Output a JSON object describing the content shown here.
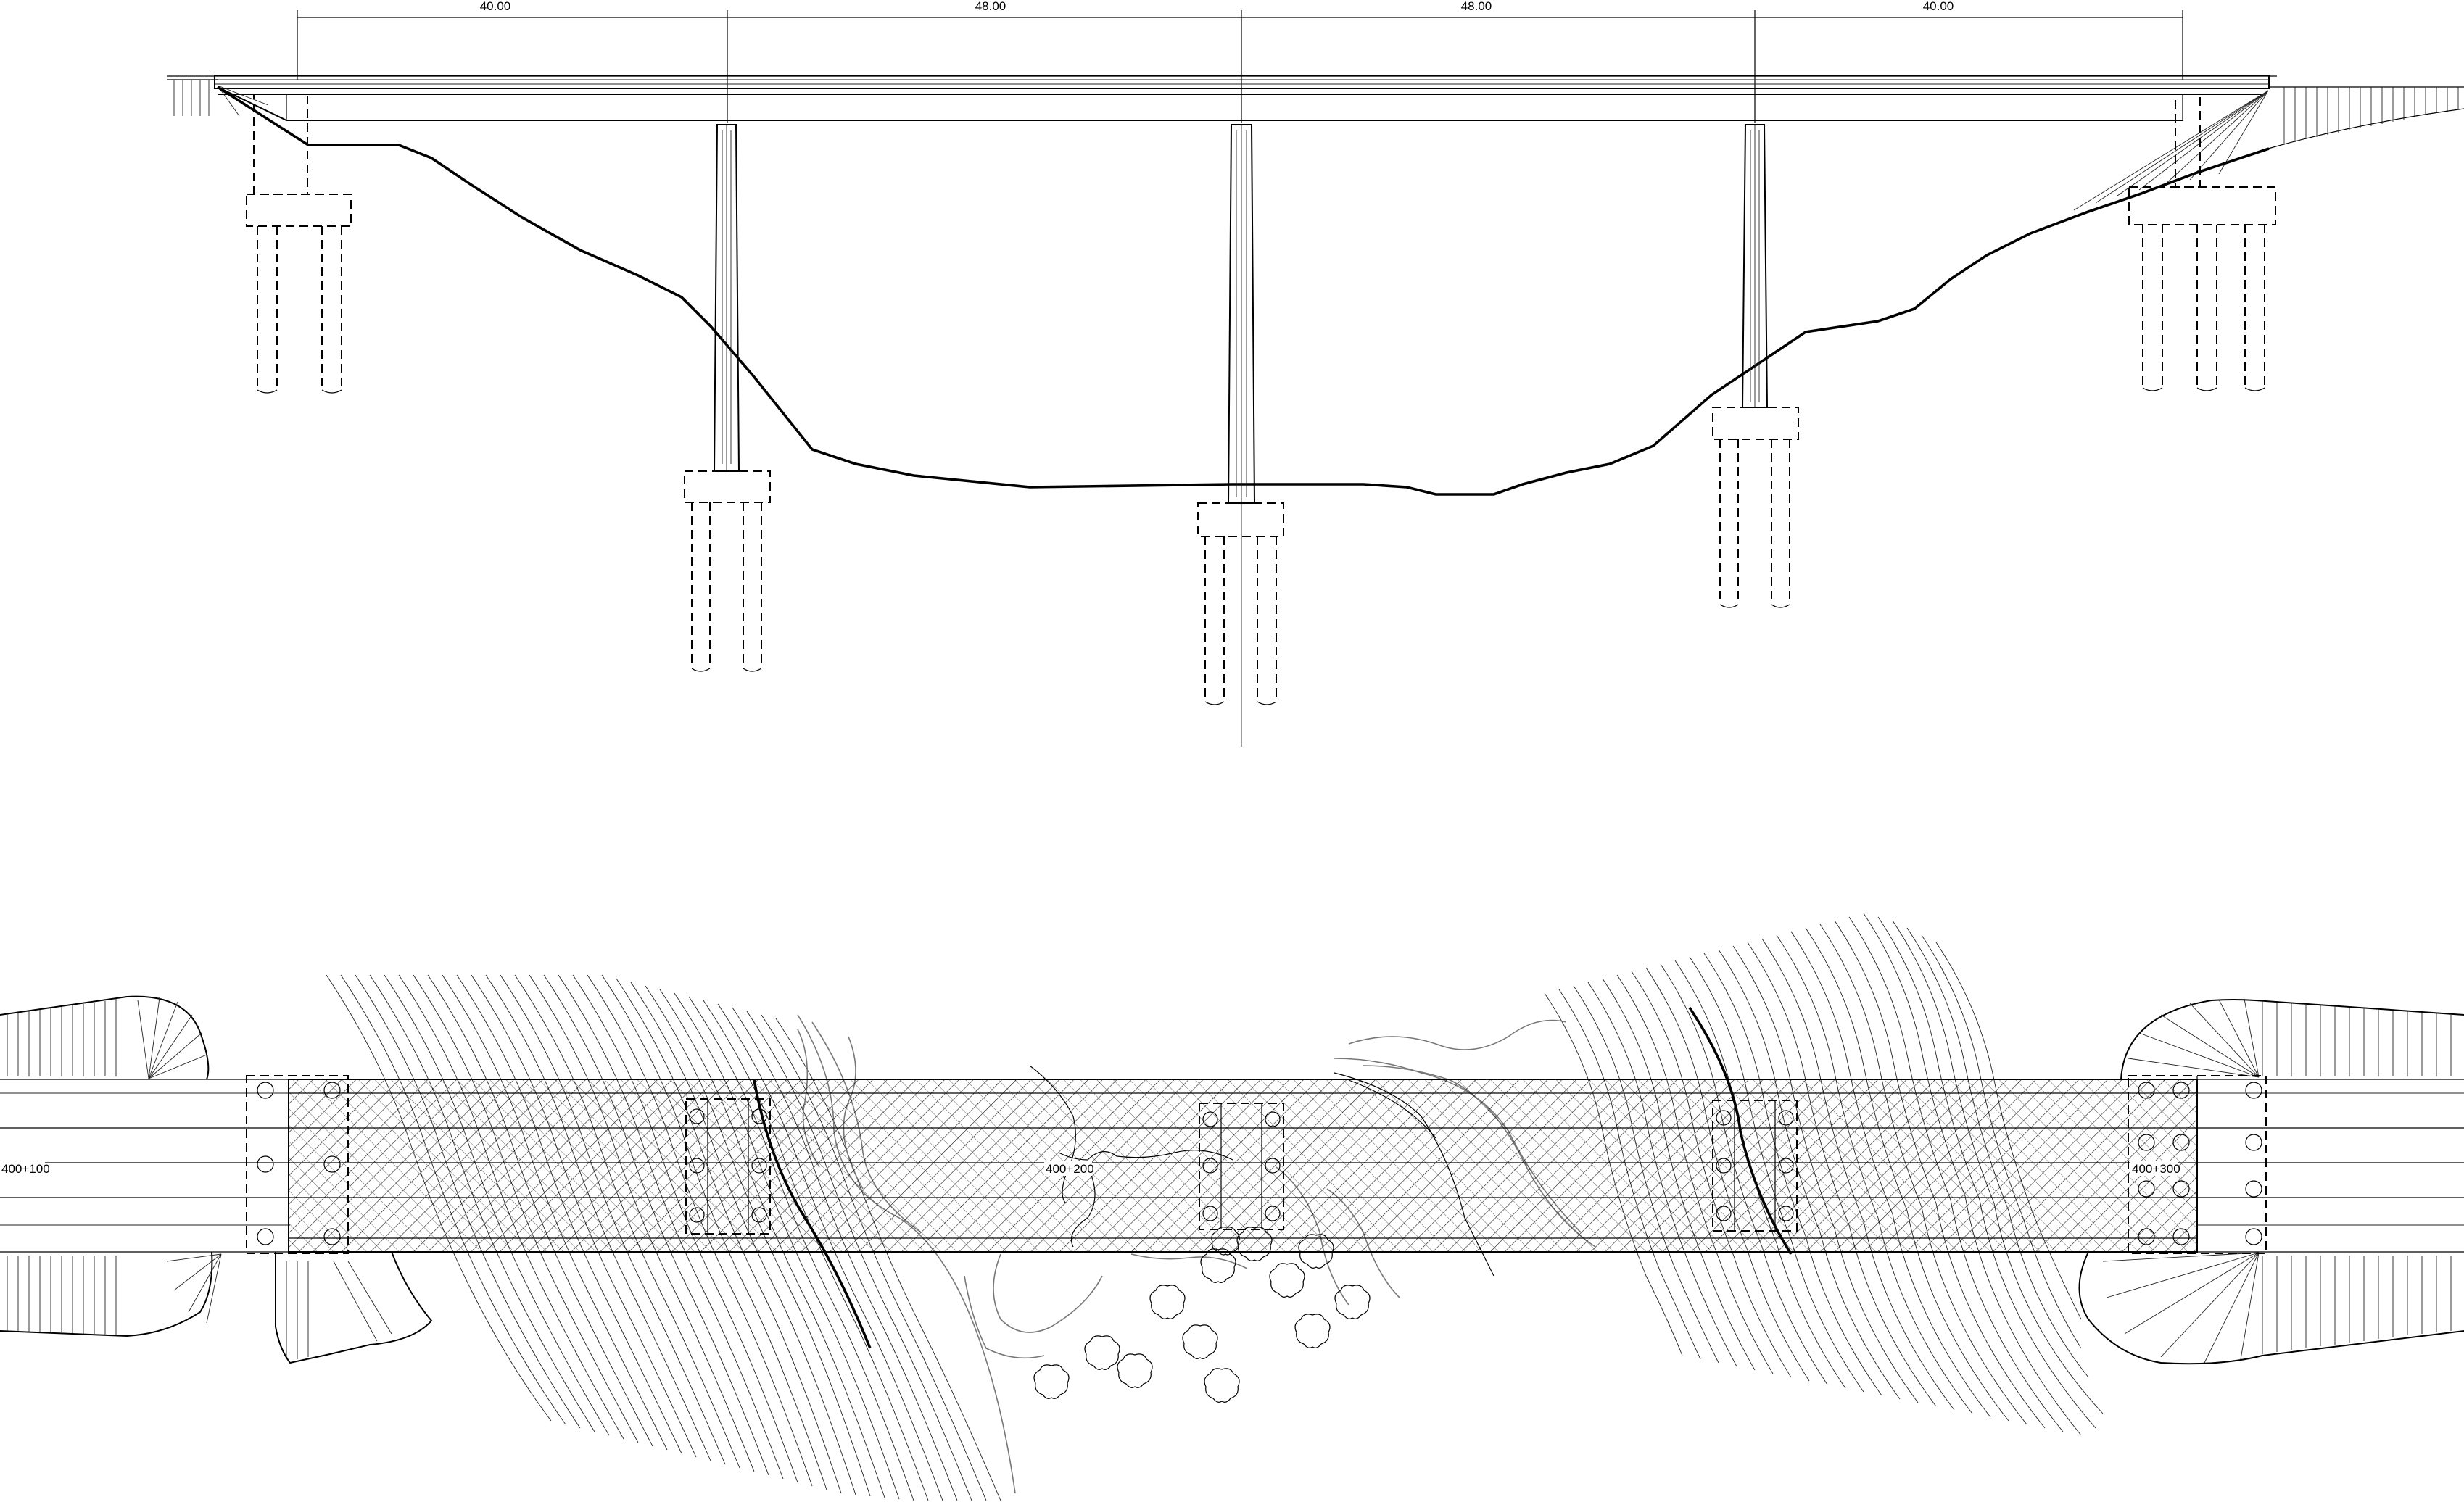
{
  "elevation": {
    "span_labels": [
      "40.00",
      "48.00",
      "48.00",
      "40.00"
    ]
  },
  "plan": {
    "chainage_start": "400+100",
    "chainage_mid": "400+200",
    "chainage_end": "400+300"
  },
  "colors": {
    "line": "#000000",
    "contour_grey": "#777777",
    "background": "#ffffff"
  }
}
